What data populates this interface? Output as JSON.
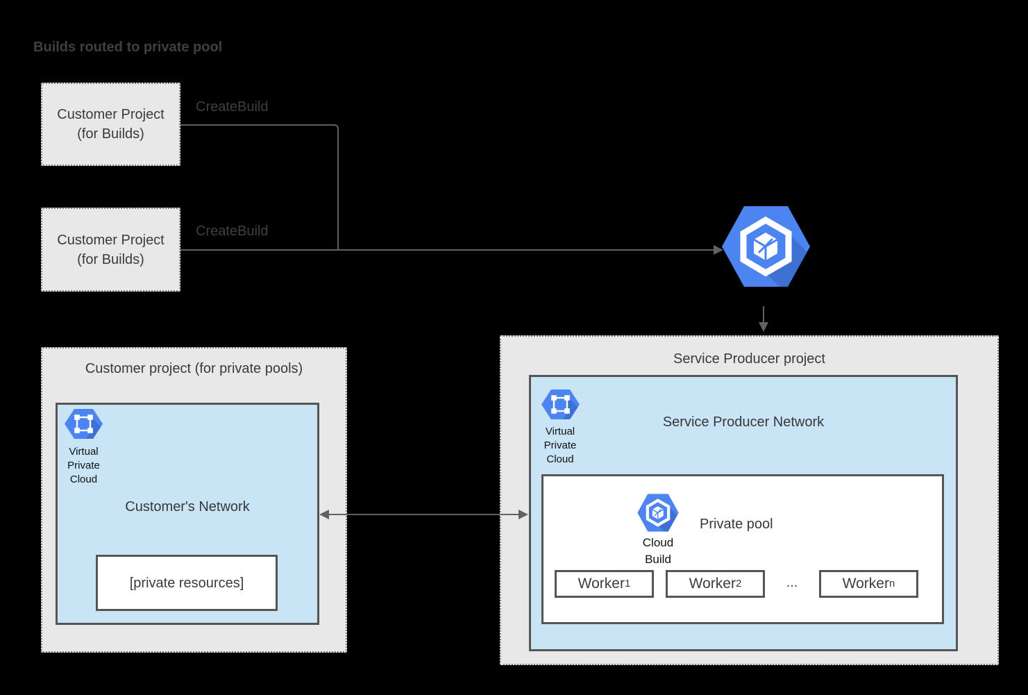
{
  "diagram_title": "Builds routed to private pool",
  "colors": {
    "background": "#000000",
    "project_box_fill": "#e8e8e8",
    "network_fill": "#c8e4f5",
    "border_dark": "#555555",
    "connector_line": "#616161",
    "text_dark": "#3c4043",
    "icon_blue": "#4c85f1",
    "icon_blue_shadow": "#3e70d4"
  },
  "icons": {
    "cloud_build": "blue-hexagon-with-build-cube-glyph",
    "virtual_private_cloud": "blue-hexagon-with-corner-squares-glyph"
  },
  "build_projects": [
    {
      "line1": "Customer Project",
      "line2": "(for Builds)",
      "action": "CreateBuild"
    },
    {
      "line1": "Customer Project",
      "line2": "(for Builds)",
      "action": "CreateBuild"
    }
  ],
  "service_producer": {
    "title": "Service Producer project",
    "network_title": "Service Producer Network",
    "vpc_lines": [
      "Virtual",
      "Private",
      "Cloud"
    ],
    "private_pool": {
      "title": "Private pool",
      "icon_caption_lines": [
        "Cloud",
        "Build"
      ],
      "workers": [
        {
          "name": "Worker",
          "sub": "1"
        },
        {
          "name": "Worker",
          "sub": "2"
        },
        {
          "name": "Worker",
          "sub": "n"
        }
      ],
      "ellipsis": "..."
    }
  },
  "customer_project": {
    "title": "Customer project (for private pools)",
    "network_title": "Customer's Network",
    "vpc_lines": [
      "Virtual",
      "Private",
      "Cloud"
    ],
    "private_resources_label": "[private resources]"
  }
}
